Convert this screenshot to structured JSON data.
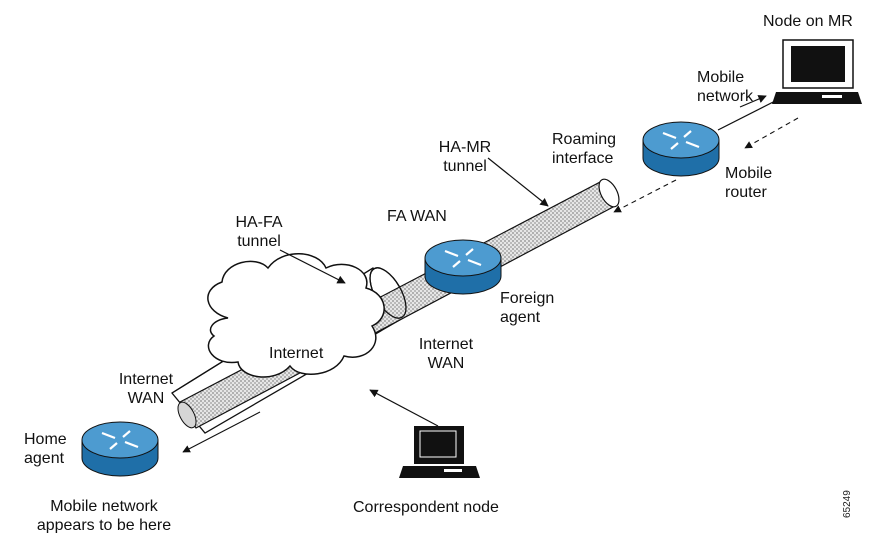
{
  "labels": {
    "node_on_mr": "Node on MR",
    "mobile_network": [
      "Mobile",
      "network"
    ],
    "roaming_interface": [
      "Roaming",
      "interface"
    ],
    "ha_mr_tunnel": [
      "HA-MR",
      "tunnel"
    ],
    "mobile_router": [
      "Mobile",
      "router"
    ],
    "fa_wan": "FA WAN",
    "ha_fa_tunnel": [
      "HA-FA",
      "tunnel"
    ],
    "foreign_agent": [
      "Foreign",
      "agent"
    ],
    "internet": "Internet",
    "internet_wan_right": [
      "Internet",
      "WAN"
    ],
    "internet_wan_left": [
      "Internet",
      "WAN"
    ],
    "home_agent": [
      "Home",
      "agent"
    ],
    "mobile_network_here": [
      "Mobile network",
      "appears to be here"
    ],
    "correspondent_node": "Correspondent node",
    "figure_number": "65249"
  },
  "icons": {
    "router": "router-icon",
    "computer": "computer-icon",
    "cloud": "cloud-icon"
  },
  "colors": {
    "router_blue": "#1f6fa8",
    "router_top": "#4d9bd0",
    "tunnel_fill": "#c8c8c8",
    "outline": "#111111"
  }
}
